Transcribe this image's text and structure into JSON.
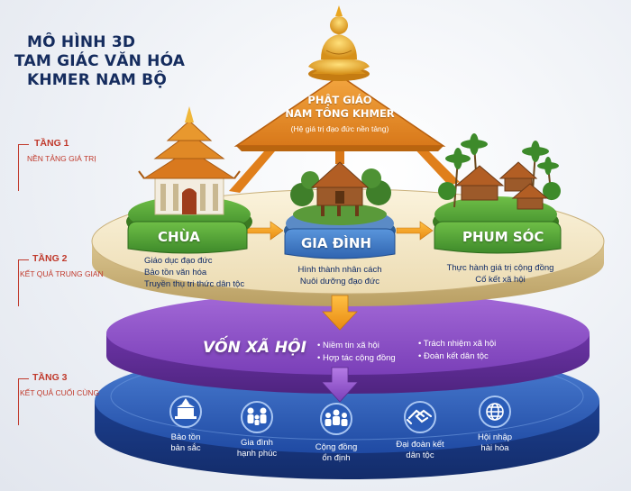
{
  "title": {
    "lines": [
      "MÔ HÌNH 3D",
      "TAM GIÁC VĂN HÓA",
      "KHMER NAM BỘ"
    ]
  },
  "tiers": [
    {
      "name": "TẦNG 1",
      "subtitle": "NỀN TẢNG GIÁ TRỊ"
    },
    {
      "name": "TẦNG 2",
      "subtitle": "KẾT QUẢ TRUNG GIAN"
    },
    {
      "name": "TẦNG 3",
      "subtitle": "KẾT QUẢ CUỐI CÙNG"
    }
  ],
  "apex": {
    "line1": "PHẬT GIÁO",
    "line2": "NAM TÔNG KHMER",
    "subtitle": "(Hệ giá trị đạo đức nền tảng)"
  },
  "pillars": [
    {
      "name": "CHÙA",
      "descriptions": [
        "Giáo dục đạo đức",
        "Bảo tồn văn hóa",
        "Truyền thụ tri thức dân tộc"
      ]
    },
    {
      "name": "GIA ĐÌNH",
      "descriptions": [
        "Hình thành nhân cách",
        "Nuôi dưỡng đạo đức"
      ]
    },
    {
      "name": "PHUM SÓC",
      "descriptions": [
        "Thực hành giá trị cộng đồng",
        "Cố kết xã hội"
      ]
    }
  ],
  "social_capital": {
    "title": "VỐN XÃ HỘI",
    "bullets": [
      "Niềm tin xã hội",
      "Hợp tác cộng đồng",
      "Trách nhiệm xã hội",
      "Đoàn kết dân tộc"
    ]
  },
  "outcomes": [
    {
      "icon": "temple-icon",
      "lines": [
        "Bảo tồn",
        "bản sắc"
      ]
    },
    {
      "icon": "family-icon",
      "lines": [
        "Gia đình",
        "hạnh phúc"
      ]
    },
    {
      "icon": "community-icon",
      "lines": [
        "Cộng đồng",
        "ổn định"
      ]
    },
    {
      "icon": "handshake-icon",
      "lines": [
        "Đại đoàn kết",
        "dân tộc"
      ]
    },
    {
      "icon": "globe-icon",
      "lines": [
        "Hội nhập",
        "hài hòa"
      ]
    }
  ],
  "colors": {
    "title": "#152c5e",
    "tier_label": "#c0392b",
    "roof": "#e8922a",
    "buddha_gold": "#f2b320",
    "green": "#4f9a35",
    "blue_pill": "#3b78c2",
    "purple": "#8d4fc7",
    "deep_blue": "#1f4fa8",
    "platform": "#f1e6c8",
    "arrow": "#f2a21c"
  }
}
